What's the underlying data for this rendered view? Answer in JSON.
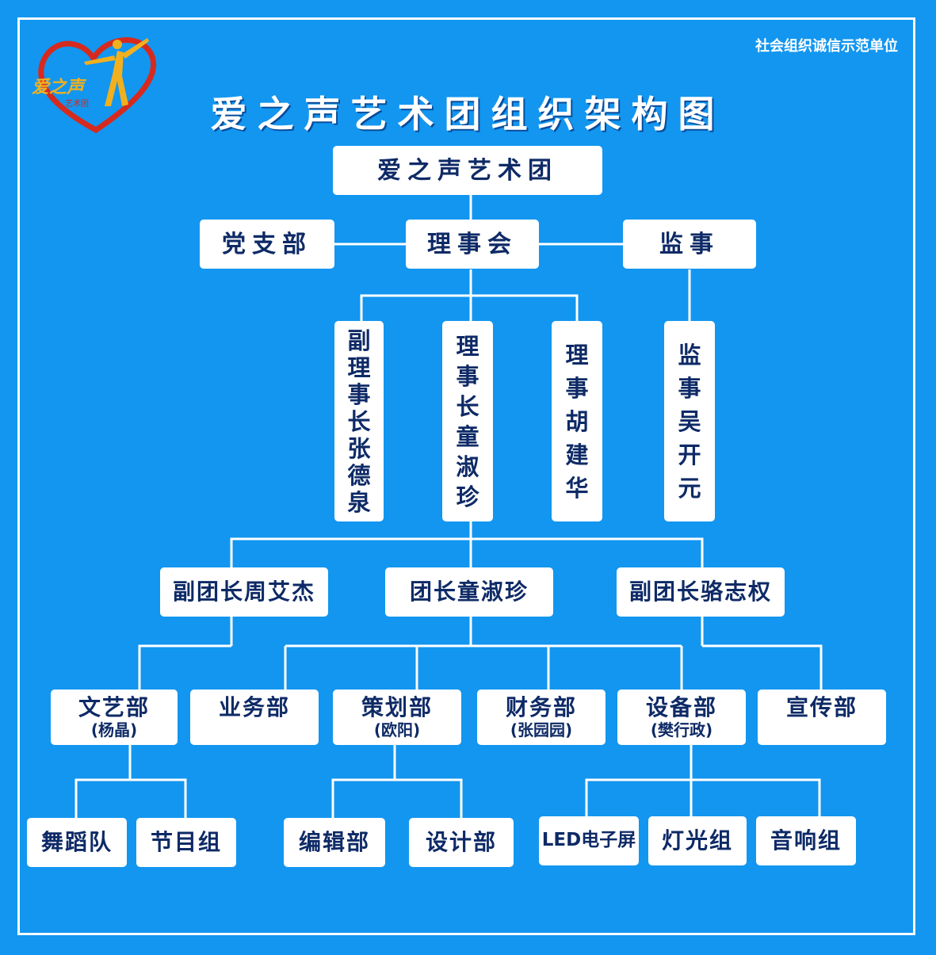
{
  "header": {
    "badge": "社会组织诚信示范单位",
    "title": "爱之声艺术团组织架构图",
    "logo_text": "爱之声",
    "logo_sub": "艺术团"
  },
  "org": {
    "root": "爱之声艺术团",
    "party": "党支部",
    "council": "理事会",
    "supervisor": "监事",
    "vice_chair": "副理事长张德泉",
    "chair": "理事长童淑珍",
    "director": "理事胡建华",
    "supervisor_name": "监事吴开元",
    "vice_leader_1": "副团长周艾杰",
    "leader": "团长童淑珍",
    "vice_leader_2": "副团长骆志权",
    "dept_arts": "文艺部",
    "dept_arts_head": "(杨晶)",
    "dept_business": "业务部",
    "dept_planning": "策划部",
    "dept_planning_head": "(欧阳)",
    "dept_finance": "财务部",
    "dept_finance_head": "(张园园)",
    "dept_equipment": "设备部",
    "dept_equipment_head": "(樊行政)",
    "dept_publicity": "宣传部",
    "team_dance": "舞蹈队",
    "team_program": "节目组",
    "team_editing": "编辑部",
    "team_design": "设计部",
    "team_led": "LED电子屏",
    "team_lighting": "灯光组",
    "team_audio": "音响组"
  },
  "colors": {
    "background": "#1296f0",
    "box": "#ffffff",
    "text": "#0e2a66",
    "line": "#ffffff"
  }
}
